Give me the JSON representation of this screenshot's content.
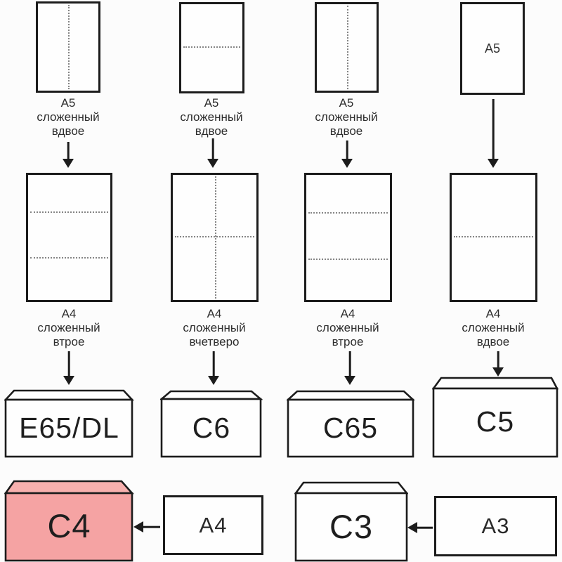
{
  "palette": {
    "stroke": "#1c1c1c",
    "label_text": "#2d2d2d",
    "fold_line": "#858585",
    "envelope_fill": "#fefefe",
    "c4_body_fill": "#f5a3a3",
    "c4_flap_fill": "#f7b0ae"
  },
  "columns": [
    {
      "top_sheet_fold": "vertical-half",
      "top_label": [
        "A5",
        "сложенный",
        "вдвое"
      ],
      "mid_sheet_fold": "horizontal-thirds",
      "mid_label": [
        "A4",
        "сложенный",
        "втрое"
      ],
      "envelope_label": "E65/DL"
    },
    {
      "top_sheet_fold": "horizontal-half",
      "top_label": [
        "A5",
        "сложенный",
        "вдвое"
      ],
      "mid_sheet_fold": "quarters-cross",
      "mid_label": [
        "A4",
        "сложенный",
        "вчетверо"
      ],
      "envelope_label": "C6"
    },
    {
      "top_sheet_fold": "vertical-half",
      "top_label": [
        "A5",
        "сложенный",
        "вдвое"
      ],
      "mid_sheet_fold": "horizontal-thirds",
      "mid_label": [
        "A4",
        "сложенный",
        "втрое"
      ],
      "envelope_label": "C65"
    },
    {
      "top_sheet_text": "A5",
      "top_sheet_fold": "none",
      "mid_sheet_fold": "horizontal-half",
      "mid_label": [
        "A4",
        "сложенный",
        "вдвое"
      ],
      "envelope_label": "C5"
    }
  ],
  "bottom_pairs": [
    {
      "envelope_label": "C4",
      "source_label": "A4",
      "highlighted": true
    },
    {
      "envelope_label": "C3",
      "source_label": "A3",
      "highlighted": false
    }
  ]
}
